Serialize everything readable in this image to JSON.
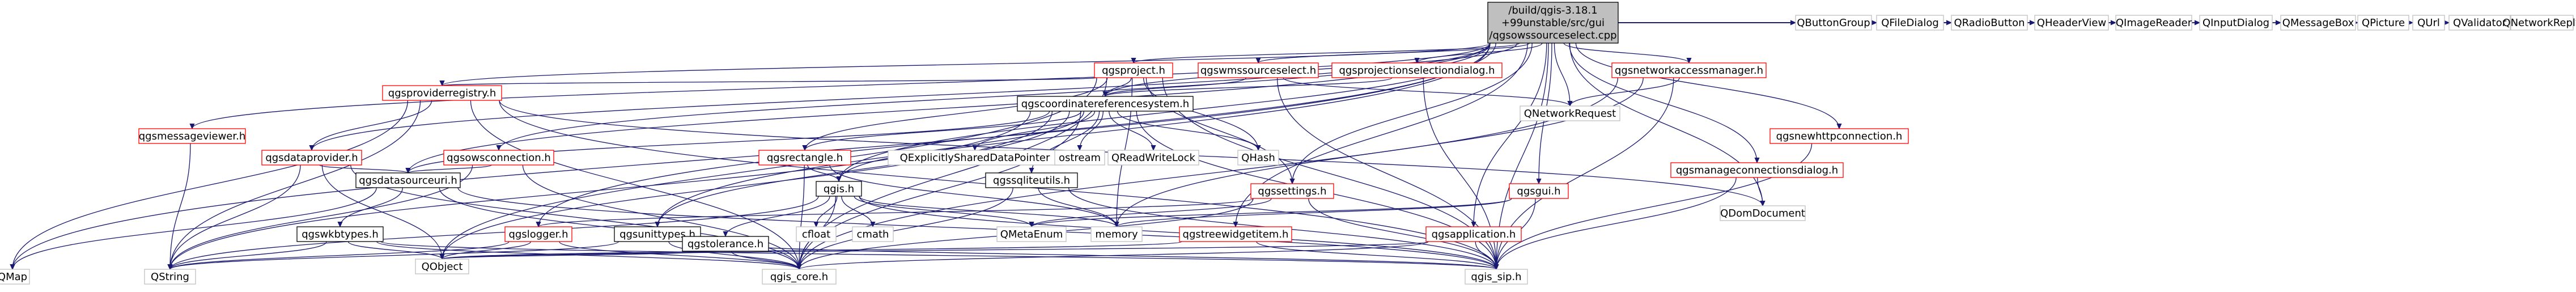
{
  "graph": {
    "root": "qgsowssourceselect.cpp",
    "root_lines": [
      "/build/qgis-3.18.1",
      "+99unstable/src/gui",
      "/qgsowssourceselect.cpp"
    ],
    "colors": {
      "edge": "#191970",
      "node_red": "#ff0000",
      "node_gray": "#bfbfbf",
      "node_root_fill": "#bfbfbf",
      "node_black": "#000000"
    },
    "nodes": [
      {
        "id": "root",
        "label": "qgsowssourceselect.cpp",
        "lines": [
          "/build/qgis-3.18.1",
          "+99unstable/src/gui",
          "/qgsowssourceselect.cpp"
        ],
        "style": "root"
      },
      {
        "id": "qgsmessageviewer",
        "label": "qgsmessageviewer.h",
        "style": "red"
      },
      {
        "id": "qgsproject",
        "label": "qgsproject.h",
        "style": "red"
      },
      {
        "id": "qgswmssourceselect",
        "label": "qgswmssourceselect.h",
        "style": "red"
      },
      {
        "id": "qgsprojectionselectiondialog",
        "label": "qgsprojectionselectiondialog.h",
        "style": "red"
      },
      {
        "id": "qgsnetworkaccessmanager",
        "label": "qgsnetworkaccessmanager.h",
        "style": "red"
      },
      {
        "id": "qgsproviderregistry",
        "label": "qgsproviderregistry.h",
        "style": "red"
      },
      {
        "id": "qgscoordinatereferencesystem",
        "label": "qgscoordinatereferencesystem.h",
        "style": "black"
      },
      {
        "id": "qgsdataprovider",
        "label": "qgsdataprovider.h",
        "style": "red"
      },
      {
        "id": "qgsowsconnection",
        "label": "qgsowsconnection.h",
        "style": "red"
      },
      {
        "id": "qgsrectangle",
        "label": "qgsrectangle.h",
        "style": "red"
      },
      {
        "id": "qgsdatasourceuri",
        "label": "qgsdatasourceuri.h",
        "style": "black"
      },
      {
        "id": "qgis",
        "label": "qgis.h",
        "style": "black"
      },
      {
        "id": "qgssqliteutils",
        "label": "qgssqliteutils.h",
        "style": "black"
      },
      {
        "id": "qgssettings",
        "label": "qgssettings.h",
        "style": "red"
      },
      {
        "id": "qgsgui",
        "label": "qgsgui.h",
        "style": "red"
      },
      {
        "id": "qgsnewhttpconnection",
        "label": "qgsnewhttpconnection.h",
        "style": "red"
      },
      {
        "id": "qgsmanageconnectionsdialog",
        "label": "qgsmanageconnectionsdialog.h",
        "style": "red"
      },
      {
        "id": "qgswkbtypes",
        "label": "qgswkbtypes.h",
        "style": "black"
      },
      {
        "id": "qgslogger",
        "label": "qgslogger.h",
        "style": "red"
      },
      {
        "id": "qgsunittypes",
        "label": "qgsunittypes.h",
        "style": "black"
      },
      {
        "id": "qgstolerance",
        "label": "qgstolerance.h",
        "style": "black"
      },
      {
        "id": "qgstreewidgetitem",
        "label": "qgstreewidgetitem.h",
        "style": "red"
      },
      {
        "id": "qgsapplication",
        "label": "qgsapplication.h",
        "style": "red"
      },
      {
        "id": "qgis_core",
        "label": "qgis_core.h",
        "style": "gray"
      },
      {
        "id": "qgis_sip",
        "label": "qgis_sip.h",
        "style": "gray"
      },
      {
        "id": "QMap",
        "label": "QMap",
        "style": "gray"
      },
      {
        "id": "QString",
        "label": "QString",
        "style": "gray"
      },
      {
        "id": "QObject",
        "label": "QObject",
        "style": "gray"
      },
      {
        "id": "QExplicitlySharedDataPointer",
        "label": "QExplicitlySharedDataPointer",
        "style": "gray"
      },
      {
        "id": "ostream",
        "label": "ostream",
        "style": "gray"
      },
      {
        "id": "QReadWriteLock",
        "label": "QReadWriteLock",
        "style": "gray"
      },
      {
        "id": "QHash",
        "label": "QHash",
        "style": "gray"
      },
      {
        "id": "QNetworkRequest",
        "label": "QNetworkRequest",
        "style": "gray"
      },
      {
        "id": "QDomDocument",
        "label": "QDomDocument",
        "style": "gray"
      },
      {
        "id": "cfloat",
        "label": "cfloat",
        "style": "gray"
      },
      {
        "id": "cmath",
        "label": "cmath",
        "style": "gray"
      },
      {
        "id": "QMetaEnum",
        "label": "QMetaEnum",
        "style": "gray"
      },
      {
        "id": "memory",
        "label": "memory",
        "style": "gray"
      },
      {
        "id": "QButtonGroup",
        "label": "QButtonGroup",
        "style": "gray"
      },
      {
        "id": "QFileDialog",
        "label": "QFileDialog",
        "style": "gray"
      },
      {
        "id": "QRadioButton",
        "label": "QRadioButton",
        "style": "gray"
      },
      {
        "id": "QHeaderView",
        "label": "QHeaderView",
        "style": "gray"
      },
      {
        "id": "QImageReader",
        "label": "QImageReader",
        "style": "gray"
      },
      {
        "id": "QInputDialog",
        "label": "QInputDialog",
        "style": "gray"
      },
      {
        "id": "QMessageBox",
        "label": "QMessageBox",
        "style": "gray"
      },
      {
        "id": "QPicture",
        "label": "QPicture",
        "style": "gray"
      },
      {
        "id": "QUrl",
        "label": "QUrl",
        "style": "gray"
      },
      {
        "id": "QValidator",
        "label": "QValidator",
        "style": "gray"
      },
      {
        "id": "QNetworkReply",
        "label": "QNetworkReply",
        "style": "gray"
      }
    ],
    "edges": [
      [
        "root",
        "QMap"
      ],
      [
        "root",
        "qgsmessageviewer"
      ],
      [
        "root",
        "qgsproject"
      ],
      [
        "root",
        "qgswmssourceselect"
      ],
      [
        "root",
        "qgsprojectionselectiondialog"
      ],
      [
        "root",
        "qgsnetworkaccessmanager"
      ],
      [
        "root",
        "qgsproviderregistry"
      ],
      [
        "root",
        "qgscoordinatereferencesystem"
      ],
      [
        "root",
        "qgsdataprovider"
      ],
      [
        "root",
        "qgsowsconnection"
      ],
      [
        "root",
        "qgsdatasourceuri"
      ],
      [
        "root",
        "qgis"
      ],
      [
        "root",
        "qgssettings"
      ],
      [
        "root",
        "qgsgui"
      ],
      [
        "root",
        "qgsnewhttpconnection"
      ],
      [
        "root",
        "qgsmanageconnectionsdialog"
      ],
      [
        "root",
        "qgslogger"
      ],
      [
        "root",
        "qgsunittypes"
      ],
      [
        "root",
        "qgstreewidgetitem"
      ],
      [
        "root",
        "qgsapplication"
      ],
      [
        "root",
        "QDomDocument"
      ],
      [
        "root",
        "QButtonGroup"
      ],
      [
        "root",
        "QFileDialog"
      ],
      [
        "root",
        "QRadioButton"
      ],
      [
        "root",
        "QHeaderView"
      ],
      [
        "root",
        "QImageReader"
      ],
      [
        "root",
        "QInputDialog"
      ],
      [
        "root",
        "QMessageBox"
      ],
      [
        "root",
        "QPicture"
      ],
      [
        "root",
        "QUrl"
      ],
      [
        "root",
        "QValidator"
      ],
      [
        "root",
        "QNetworkReply"
      ],
      [
        "root",
        "qgis_sip"
      ],
      [
        "root",
        "QNetworkRequest"
      ],
      [
        "qgsmessageviewer",
        "QString"
      ],
      [
        "qgsproject",
        "qgsproviderregistry"
      ],
      [
        "qgsproject",
        "qgscoordinatereferencesystem"
      ],
      [
        "qgsproject",
        "qgsrectangle"
      ],
      [
        "qgsproject",
        "qgssettings"
      ],
      [
        "qgsproject",
        "QHash"
      ],
      [
        "qgsproject",
        "qgis_core"
      ],
      [
        "qgsproject",
        "qgis_sip"
      ],
      [
        "qgsproject",
        "memory"
      ],
      [
        "qgsproject",
        "QObject"
      ],
      [
        "qgswmssourceselect",
        "qgscoordinatereferencesystem"
      ],
      [
        "qgswmssourceselect",
        "QNetworkRequest"
      ],
      [
        "qgswmssourceselect",
        "qgis_sip"
      ],
      [
        "qgsprojectionselectiondialog",
        "qgscoordinatereferencesystem"
      ],
      [
        "qgsprojectionselectiondialog",
        "qgis_sip"
      ],
      [
        "qgsnetworkaccessmanager",
        "QNetworkRequest"
      ],
      [
        "qgsnetworkaccessmanager",
        "qgis_sip"
      ],
      [
        "qgsnetworkaccessmanager",
        "memory"
      ],
      [
        "qgsnetworkaccessmanager",
        "qgis_core"
      ],
      [
        "qgsproviderregistry",
        "QMap"
      ],
      [
        "qgsproviderregistry",
        "QString"
      ],
      [
        "qgsproviderregistry",
        "qgsdataprovider"
      ],
      [
        "qgsproviderregistry",
        "qgis_core"
      ],
      [
        "qgsproviderregistry",
        "qgis_sip"
      ],
      [
        "qgsproviderregistry",
        "QDomDocument"
      ],
      [
        "qgscoordinatereferencesystem",
        "QExplicitlySharedDataPointer"
      ],
      [
        "qgscoordinatereferencesystem",
        "ostream"
      ],
      [
        "qgscoordinatereferencesystem",
        "QReadWriteLock"
      ],
      [
        "qgscoordinatereferencesystem",
        "QHash"
      ],
      [
        "qgscoordinatereferencesystem",
        "qgsrectangle"
      ],
      [
        "qgscoordinatereferencesystem",
        "qgssqliteutils"
      ],
      [
        "qgscoordinatereferencesystem",
        "qgis"
      ],
      [
        "qgscoordinatereferencesystem",
        "qgsunittypes"
      ],
      [
        "qgscoordinatereferencesystem",
        "qgis_core"
      ],
      [
        "qgscoordinatereferencesystem",
        "qgis_sip"
      ],
      [
        "qgscoordinatereferencesystem",
        "QString"
      ],
      [
        "qgscoordinatereferencesystem",
        "QObject"
      ],
      [
        "qgscoordinatereferencesystem",
        "qgsdatasourceuri"
      ],
      [
        "qgsdataprovider",
        "qgsdatasourceuri"
      ],
      [
        "qgsdataprovider",
        "QString"
      ],
      [
        "qgsdataprovider",
        "QObject"
      ],
      [
        "qgsdataprovider",
        "qgis_core"
      ],
      [
        "qgsowsconnection",
        "qgsdatasourceuri"
      ],
      [
        "qgsowsconnection",
        "QString"
      ],
      [
        "qgsowsconnection",
        "qgis_core"
      ],
      [
        "qgsrectangle",
        "qgis"
      ],
      [
        "qgsrectangle",
        "qgis_core"
      ],
      [
        "qgsrectangle",
        "memory"
      ],
      [
        "qgsdatasourceuri",
        "qgswkbtypes"
      ],
      [
        "qgsdatasourceuri",
        "qgis_core"
      ],
      [
        "qgsdatasourceuri",
        "qgis_sip"
      ],
      [
        "qgsdatasourceuri",
        "QMap"
      ],
      [
        "qgis",
        "qgstolerance"
      ],
      [
        "qgis",
        "cfloat"
      ],
      [
        "qgis",
        "cmath"
      ],
      [
        "qgis",
        "QMetaEnum"
      ],
      [
        "qgis",
        "memory"
      ],
      [
        "qgis",
        "qgis_core"
      ],
      [
        "qgis",
        "qgis_sip"
      ],
      [
        "qgis",
        "QString"
      ],
      [
        "qgssqliteutils",
        "memory"
      ],
      [
        "qgssqliteutils",
        "qgis_core"
      ],
      [
        "qgssqliteutils",
        "qgis_sip"
      ],
      [
        "qgssettings",
        "QMetaEnum"
      ],
      [
        "qgssettings",
        "qgslogger"
      ],
      [
        "qgssettings",
        "qgis_core"
      ],
      [
        "qgssettings",
        "qgis_sip"
      ],
      [
        "qgsgui",
        "qgis_sip"
      ],
      [
        "qgsgui",
        "memory"
      ],
      [
        "qgsgui",
        "QMetaEnum"
      ],
      [
        "qgsnewhttpconnection",
        "qgis_sip"
      ],
      [
        "qgsmanageconnectionsdialog",
        "QDomDocument"
      ],
      [
        "qgsmanageconnectionsdialog",
        "qgis_sip"
      ],
      [
        "qgswkbtypes",
        "QString"
      ],
      [
        "qgswkbtypes",
        "QObject"
      ],
      [
        "qgswkbtypes",
        "qgis_core"
      ],
      [
        "qgswkbtypes",
        "qgis_sip"
      ],
      [
        "qgslogger",
        "QString"
      ],
      [
        "qgslogger",
        "qgis_core"
      ],
      [
        "qgslogger",
        "QObject"
      ],
      [
        "qgsunittypes",
        "qgis_core"
      ],
      [
        "qgsunittypes",
        "qgis_sip"
      ],
      [
        "qgsunittypes",
        "QString"
      ],
      [
        "qgstolerance",
        "QObject"
      ],
      [
        "qgstolerance",
        "qgis_core"
      ],
      [
        "qgstreewidgetitem",
        "QObject"
      ],
      [
        "qgstreewidgetitem",
        "qgis_sip"
      ],
      [
        "qgsapplication",
        "qgis_core"
      ],
      [
        "qgsapplication",
        "qgis_sip"
      ],
      [
        "qgsapplication",
        "QObject"
      ]
    ]
  }
}
